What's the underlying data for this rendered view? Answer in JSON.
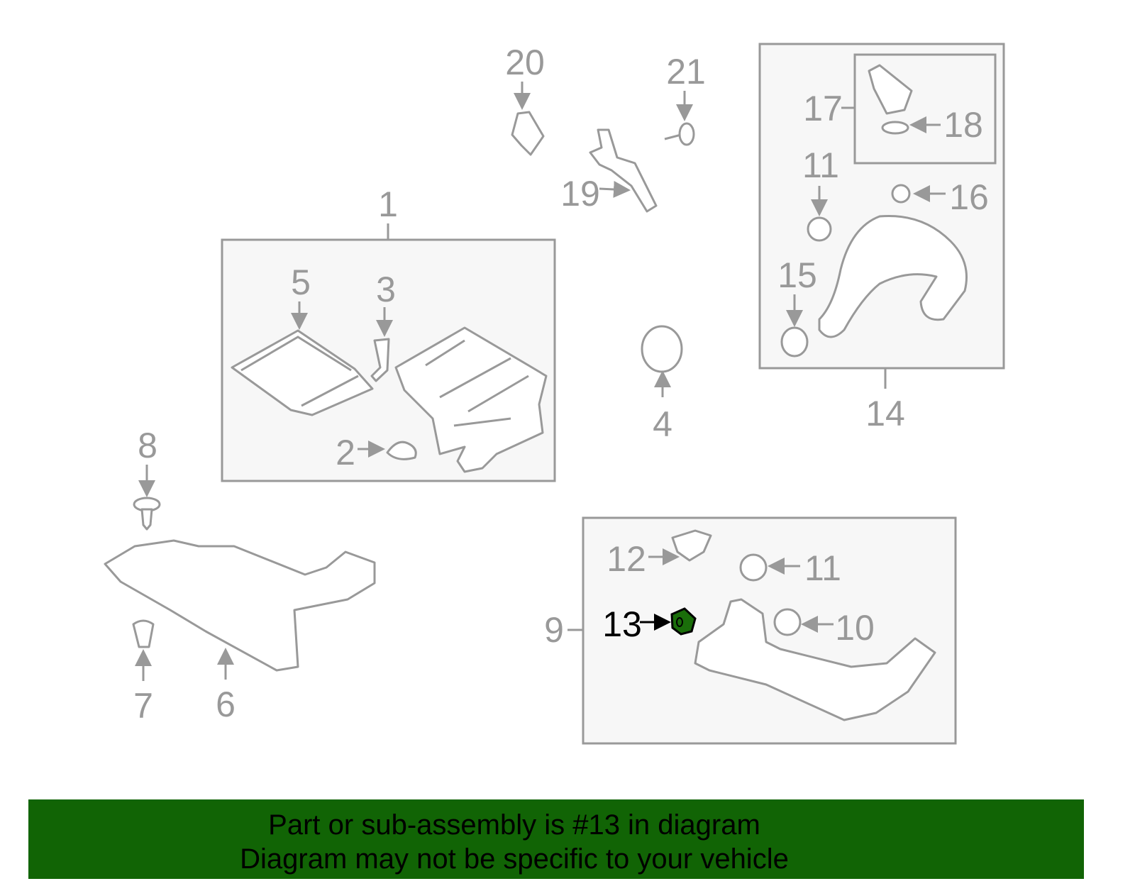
{
  "diagram": {
    "highlighted_part": "13",
    "highlight_color": "#1a6e0a",
    "callouts": {
      "p1": "1",
      "p2": "2",
      "p3": "3",
      "p4": "4",
      "p5": "5",
      "p6": "6",
      "p7": "7",
      "p8": "8",
      "p9": "9",
      "p10": "10",
      "p11a": "11",
      "p11b": "11",
      "p12": "12",
      "p13": "13",
      "p14": "14",
      "p15": "15",
      "p16": "16",
      "p17": "17",
      "p18": "18",
      "p19": "19",
      "p20": "20",
      "p21": "21"
    }
  },
  "banner": {
    "line1": "Part or sub-assembly is #13 in diagram",
    "line2": "Diagram may not be specific to your vehicle",
    "color": "#116405"
  }
}
